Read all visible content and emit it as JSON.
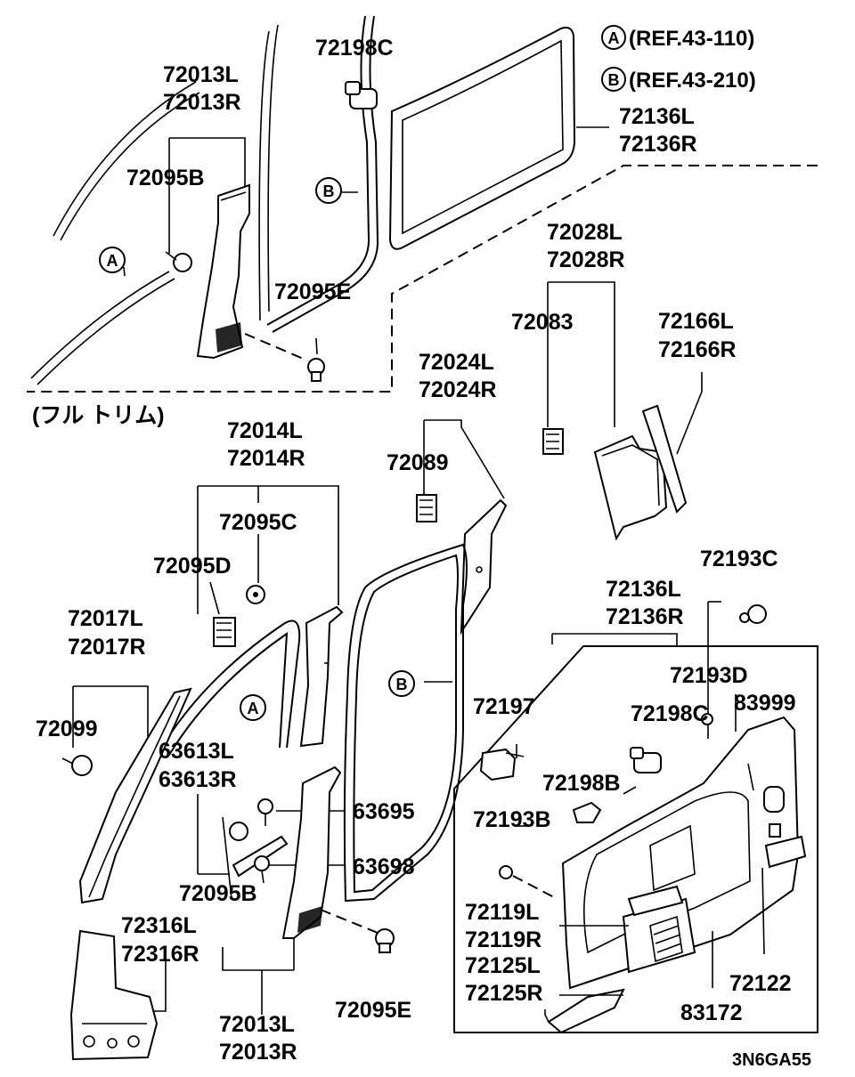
{
  "diagram_code": "3N6GA55",
  "note_full_trim": "(フル トリム)",
  "references": [
    {
      "letter": "A",
      "text": "(REF.43-110)"
    },
    {
      "letter": "B",
      "text": "(REF.43-210)"
    }
  ],
  "callout_letters": {
    "A": "A",
    "B": "B"
  },
  "parts": {
    "p72198C_top": "72198C",
    "p72013_top": [
      "72013L",
      "72013R"
    ],
    "p72095B_top": "72095B",
    "p72095E_top": "72095E",
    "p72136_top": [
      "72136L",
      "72136R"
    ],
    "p72028": [
      "72028L",
      "72028R"
    ],
    "p72083": "72083",
    "p72166": [
      "72166L",
      "72166R"
    ],
    "p72024": [
      "72024L",
      "72024R"
    ],
    "p72089": "72089",
    "p72014": [
      "72014L",
      "72014R"
    ],
    "p72095C": "72095C",
    "p72095D": "72095D",
    "p72017": [
      "72017L",
      "72017R"
    ],
    "p72099": "72099",
    "p63613": [
      "63613L",
      "63613R"
    ],
    "p63695": "63695",
    "p63698": "63698",
    "p72095B_bot": "72095B",
    "p72316": [
      "72316L",
      "72316R"
    ],
    "p72013_bot": [
      "72013L",
      "72013R"
    ],
    "p72095E_bot": "72095E",
    "p72193C": "72193C",
    "p72136_bot": [
      "72136L",
      "72136R"
    ],
    "p72193D": "72193D",
    "p72198C_bot": "72198C",
    "p83999": "83999",
    "p72197": "72197",
    "p72198B": "72198B",
    "p72193B": "72193B",
    "p72119": [
      "72119L",
      "72119R"
    ],
    "p72125": [
      "72125L",
      "72125R"
    ],
    "p72122": "72122",
    "p83172": "83172"
  }
}
